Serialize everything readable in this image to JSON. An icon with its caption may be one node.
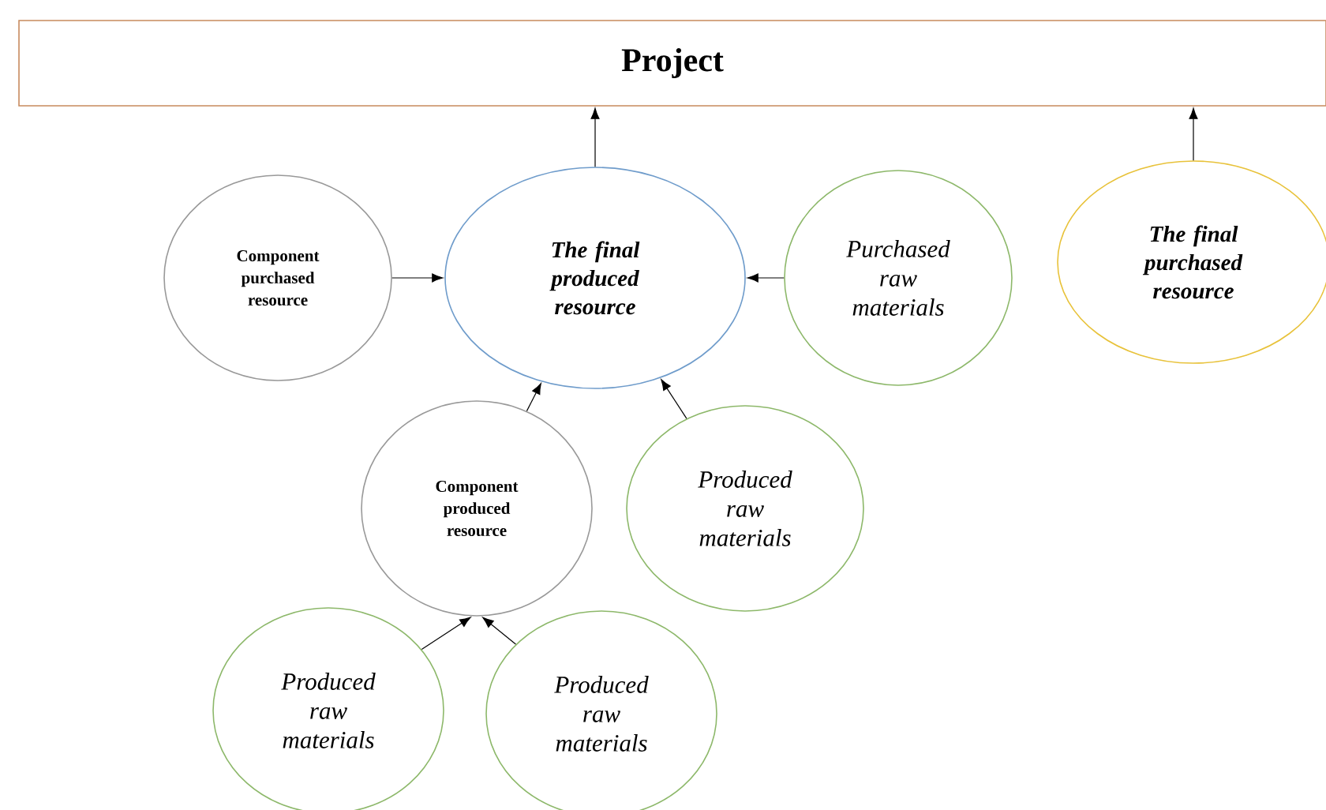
{
  "diagram": {
    "nodes": [
      {
        "text": [
          "Project"
        ]
      },
      {
        "text": [
          "Component purchased resource"
        ]
      },
      {
        "text": [
          "The final produced resource"
        ]
      },
      {
        "text": [
          "Purchased raw materials"
        ]
      },
      {
        "text": [
          "The final purchased resource"
        ]
      },
      {
        "text": [
          "Component produced resource"
        ]
      },
      {
        "text": [
          "Produced raw materials"
        ]
      },
      {
        "text": [
          "Produced raw materials"
        ]
      },
      {
        "text": [
          "Produced raw materials"
        ]
      }
    ],
    "edges": [
      {
        "from": 2,
        "to": 0,
        "arrow": "to"
      },
      {
        "from": 4,
        "to": 0,
        "arrow": "to"
      },
      {
        "from": 1,
        "to": 2,
        "arrow": "to"
      },
      {
        "from": 3,
        "to": 2,
        "arrow": "to"
      },
      {
        "from": 5,
        "to": 2,
        "arrow": "to"
      },
      {
        "from": 6,
        "to": 2,
        "arrow": "to"
      },
      {
        "from": 7,
        "to": 5,
        "arrow": "to"
      },
      {
        "from": 8,
        "to": 5,
        "arrow": "to"
      }
    ]
  }
}
